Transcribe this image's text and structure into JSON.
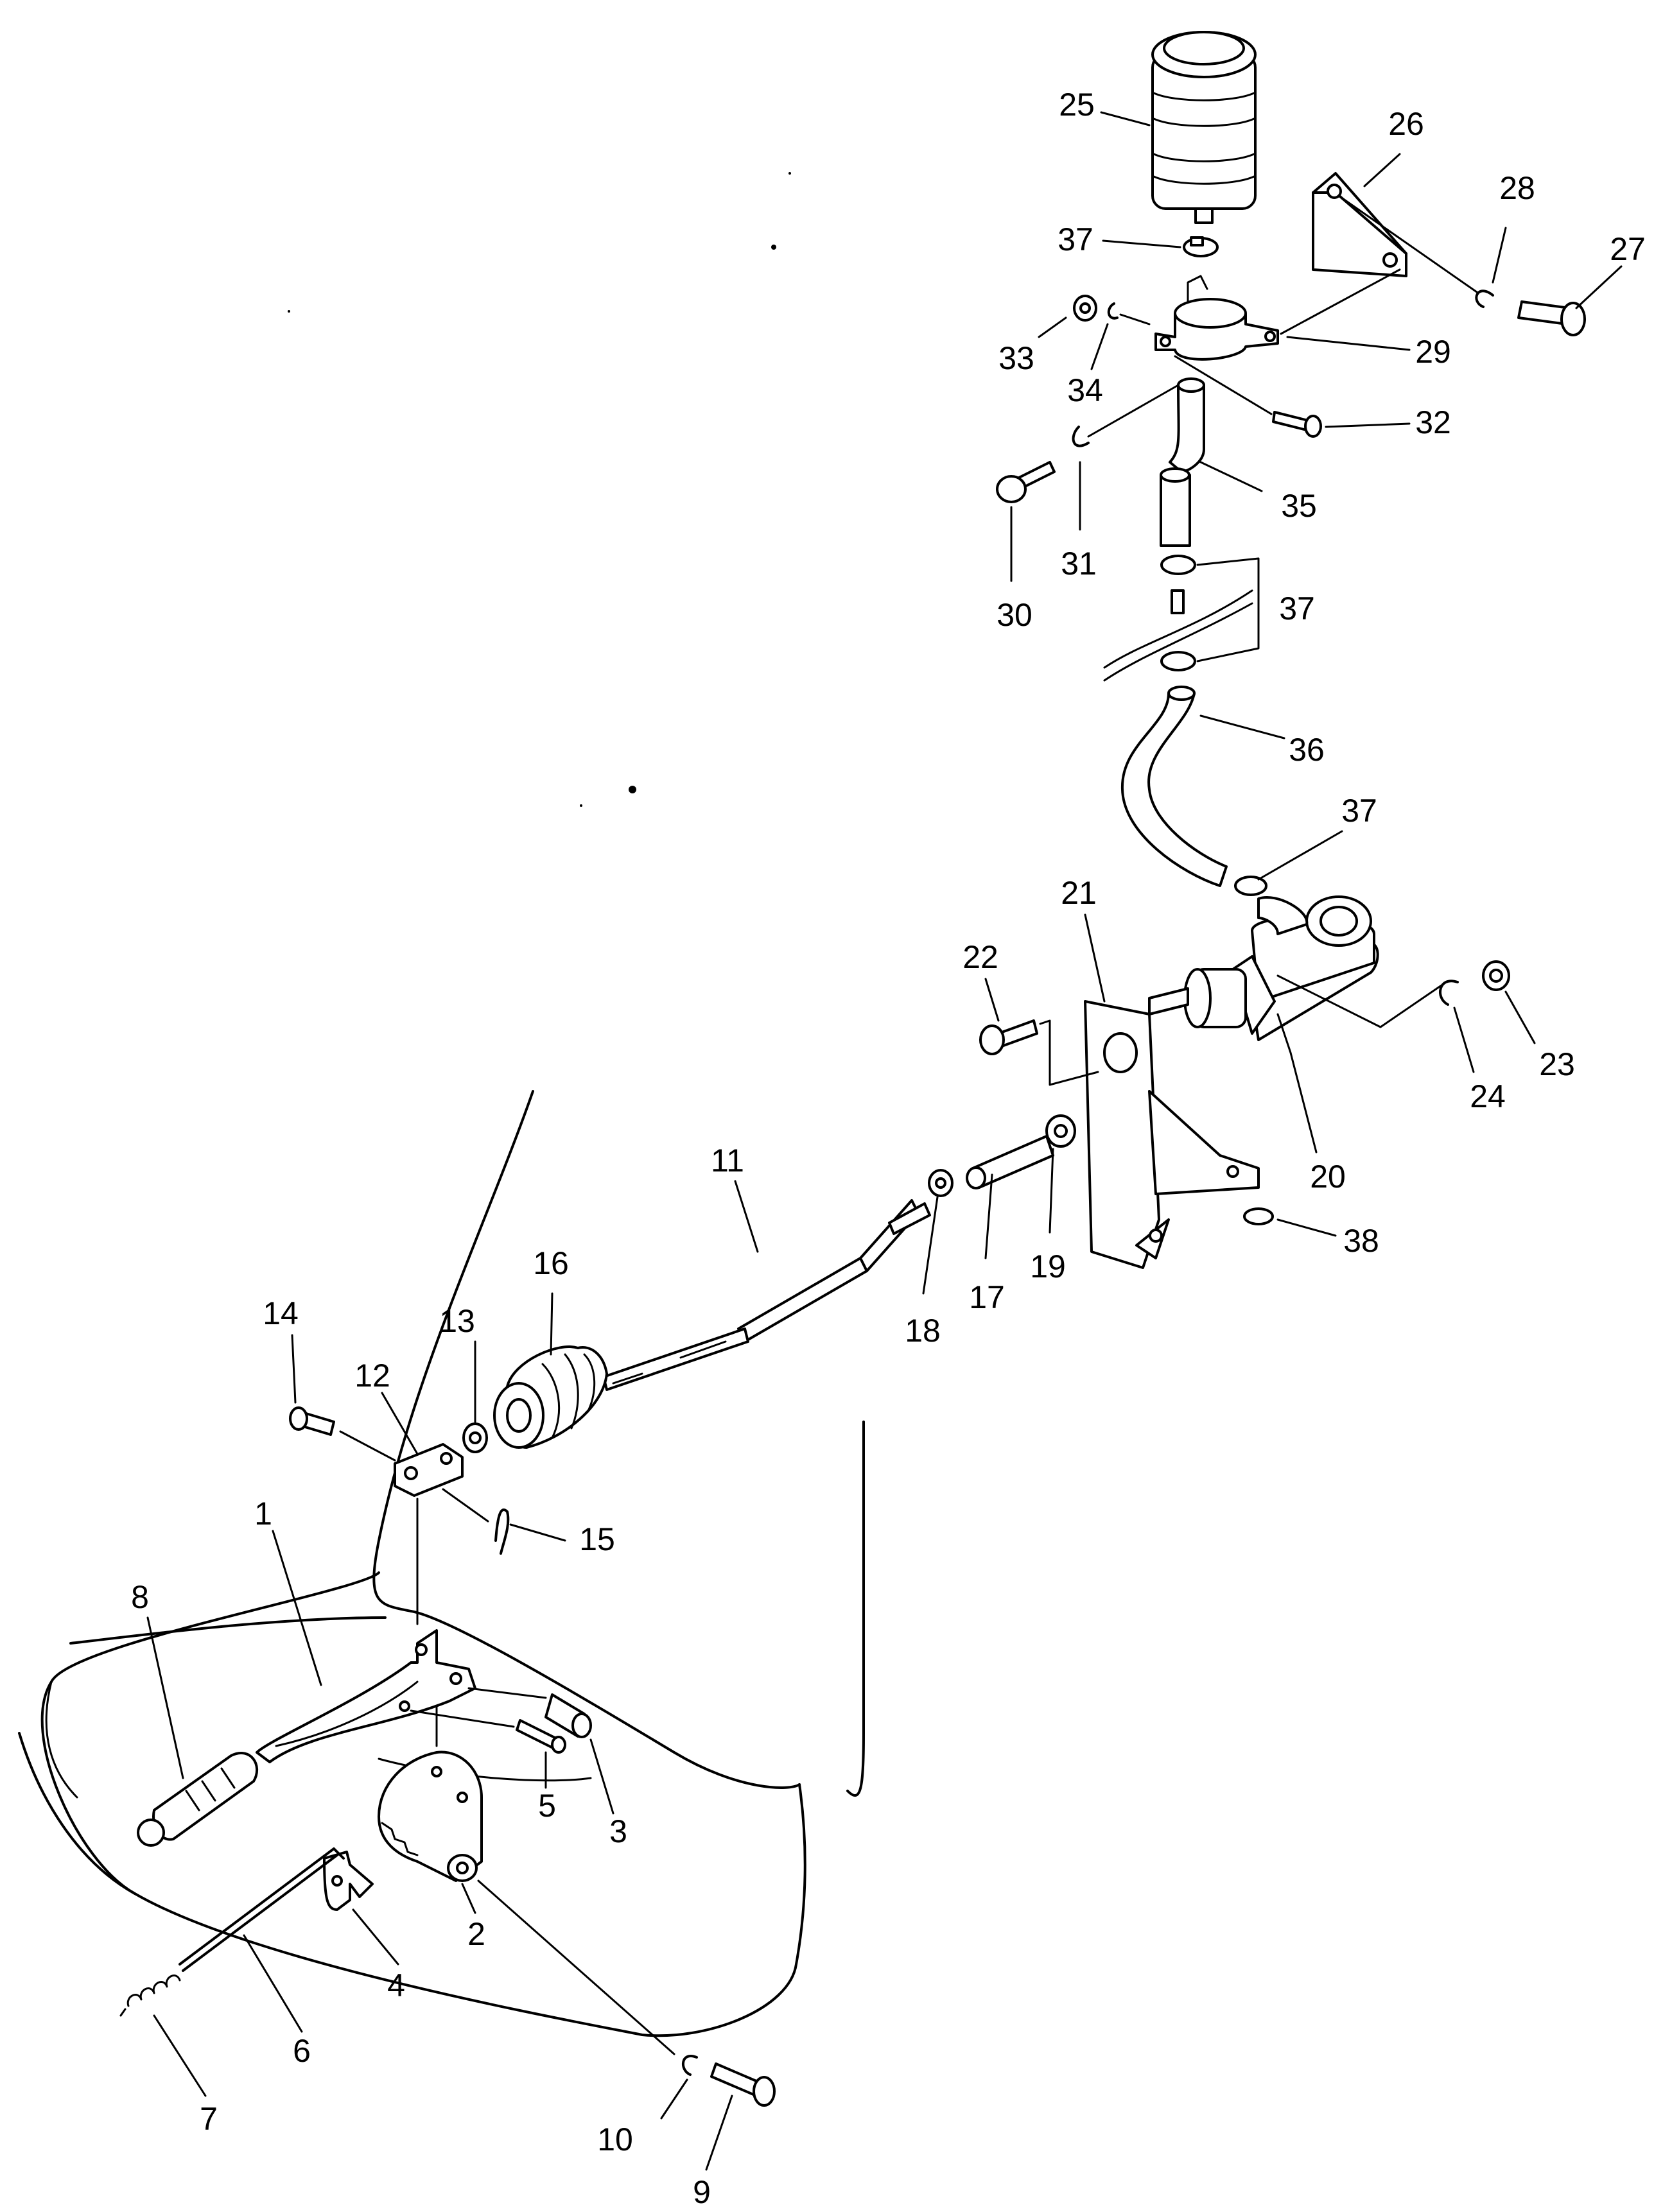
{
  "diagram": {
    "callouts": [
      {
        "id": "1",
        "label": "1"
      },
      {
        "id": "2",
        "label": "2"
      },
      {
        "id": "3",
        "label": "3"
      },
      {
        "id": "4",
        "label": "4"
      },
      {
        "id": "5",
        "label": "5"
      },
      {
        "id": "6",
        "label": "6"
      },
      {
        "id": "7",
        "label": "7"
      },
      {
        "id": "8",
        "label": "8"
      },
      {
        "id": "9",
        "label": "9"
      },
      {
        "id": "10",
        "label": "10"
      },
      {
        "id": "11",
        "label": "11"
      },
      {
        "id": "12",
        "label": "12"
      },
      {
        "id": "13",
        "label": "13"
      },
      {
        "id": "14",
        "label": "14"
      },
      {
        "id": "15",
        "label": "15"
      },
      {
        "id": "16",
        "label": "16"
      },
      {
        "id": "17",
        "label": "17"
      },
      {
        "id": "18",
        "label": "18"
      },
      {
        "id": "19",
        "label": "19"
      },
      {
        "id": "20",
        "label": "20"
      },
      {
        "id": "21",
        "label": "21"
      },
      {
        "id": "22",
        "label": "22"
      },
      {
        "id": "23",
        "label": "23"
      },
      {
        "id": "24",
        "label": "24"
      },
      {
        "id": "25",
        "label": "25"
      },
      {
        "id": "26",
        "label": "26"
      },
      {
        "id": "27",
        "label": "27"
      },
      {
        "id": "28",
        "label": "28"
      },
      {
        "id": "29",
        "label": "29"
      },
      {
        "id": "30",
        "label": "30"
      },
      {
        "id": "31",
        "label": "31"
      },
      {
        "id": "32",
        "label": "32"
      },
      {
        "id": "33",
        "label": "33"
      },
      {
        "id": "34",
        "label": "34"
      },
      {
        "id": "35",
        "label": "35"
      },
      {
        "id": "36",
        "label": "36"
      },
      {
        "id": "37a",
        "label": "37"
      },
      {
        "id": "37b",
        "label": "37"
      },
      {
        "id": "37c",
        "label": "37"
      },
      {
        "id": "38",
        "label": "38"
      }
    ]
  }
}
